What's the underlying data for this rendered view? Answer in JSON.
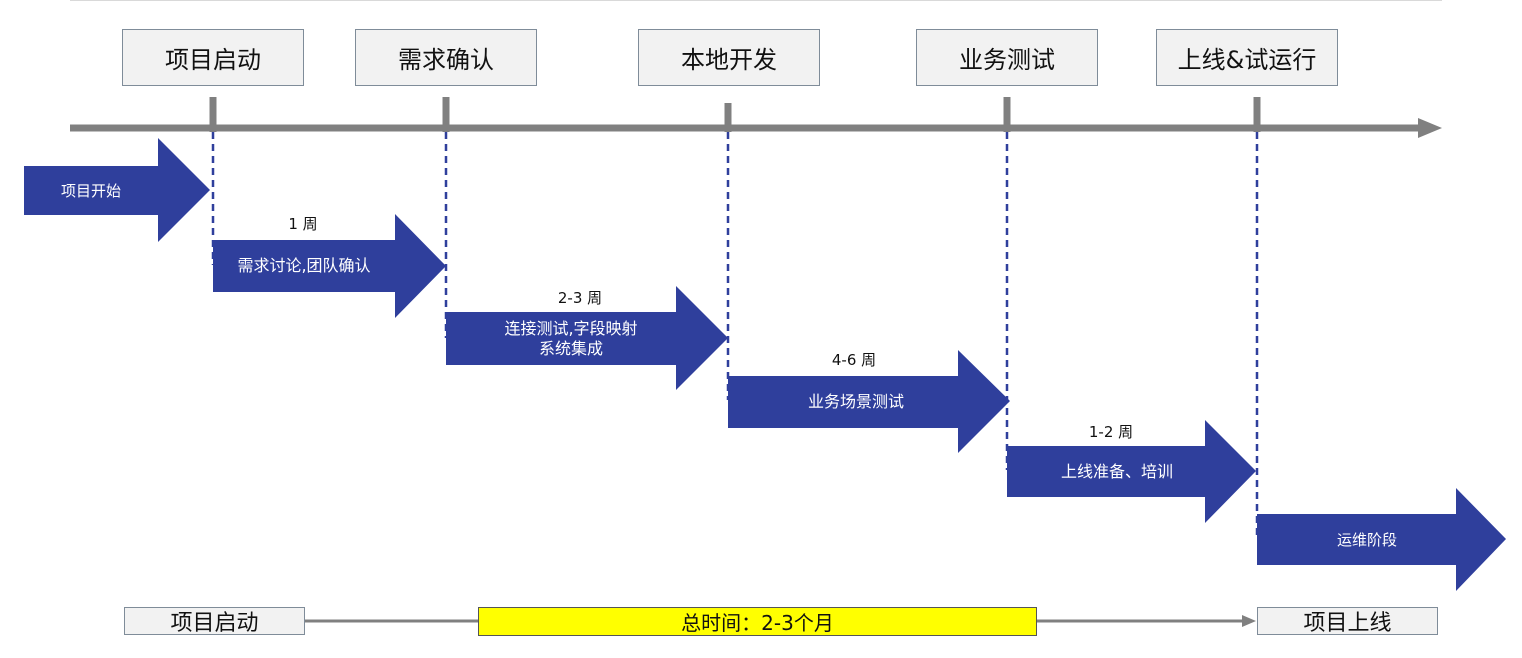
{
  "milestones": [
    {
      "label": "项目启动"
    },
    {
      "label": "需求确认"
    },
    {
      "label": "本地开发"
    },
    {
      "label": "业务测试"
    },
    {
      "label": "上线&试运行"
    }
  ],
  "stages": [
    {
      "lines": [
        "项目开始"
      ],
      "duration": ""
    },
    {
      "lines": [
        "需求讨论,团队确认"
      ],
      "duration": "1 周"
    },
    {
      "lines": [
        "连接测试,字段映射",
        "系统集成"
      ],
      "duration": "2-3 周"
    },
    {
      "lines": [
        "业务场景测试"
      ],
      "duration": "4-6 周"
    },
    {
      "lines": [
        "上线准备、培训"
      ],
      "duration": "1-2 周"
    },
    {
      "lines": [
        "运维阶段"
      ],
      "duration": ""
    }
  ],
  "summary": {
    "start_label": "项目启动",
    "total_label": "总时间：2-3个月",
    "end_label": "项目上线"
  },
  "colors": {
    "arrow_fill": "#2f3f9c",
    "timeline": "#808080",
    "dashed": "#2f3f9c",
    "total_bg": "#ffff00",
    "box_bg": "#f2f2f2"
  }
}
